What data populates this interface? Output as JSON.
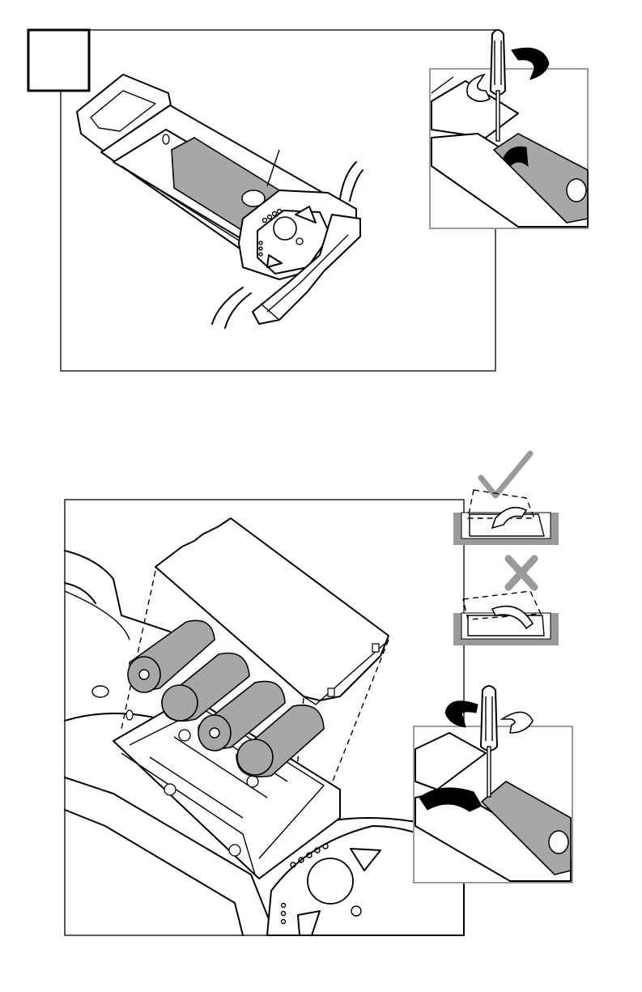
{
  "figure": {
    "step_badge": "",
    "panels": [
      {
        "id": "remove-cover",
        "caption": ""
      },
      {
        "id": "insert-batteries",
        "caption": ""
      }
    ],
    "orientation_hints": [
      {
        "id": "correct",
        "icon": "check-icon"
      },
      {
        "id": "incorrect",
        "icon": "cross-icon"
      }
    ]
  },
  "colors": {
    "battery_grey": "#a7a7a7",
    "hint_grey": "#9a9a9a",
    "line": "#000000"
  }
}
